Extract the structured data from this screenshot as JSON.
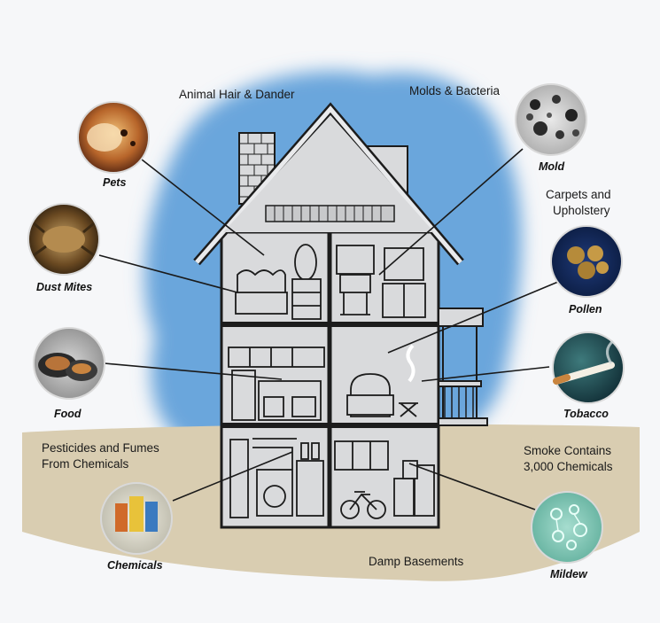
{
  "labels": {
    "animal_hair": "Animal Hair & Dander",
    "molds_bacteria": "Molds & Bacteria",
    "carpets_line1": "Carpets and",
    "carpets_line2": "Upholstery",
    "pesticides_line1": "Pesticides and Fumes",
    "pesticides_line2": "From Chemicals",
    "smoke_line1": "Smoke Contains",
    "smoke_line2": "3,000 Chemicals",
    "damp": "Damp Basements"
  },
  "captions": {
    "pets": "Pets",
    "dust_mites": "Dust Mites",
    "food": "Food",
    "chemicals": "Chemicals",
    "mold": "Mold",
    "pollen": "Pollen",
    "tobacco": "Tobacco",
    "mildew": "Mildew"
  },
  "colors": {
    "sky_blob": "#6aa6dc",
    "ground": "#d9cdb1",
    "house_fill": "#d9dadc",
    "house_stroke": "#1c1c1c",
    "leader": "#1a1a1a"
  }
}
